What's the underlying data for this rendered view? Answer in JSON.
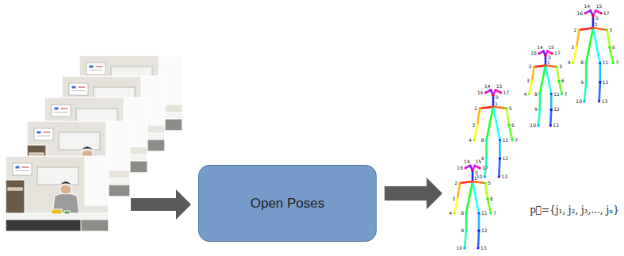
{
  "diagram": {
    "nodes": [
      {
        "text": [
          "Open Poses"
        ]
      }
    ],
    "labels": [
      "14",
      "15",
      "16",
      "17",
      "0",
      "1",
      "2",
      "5",
      "3",
      "6",
      "4",
      "7",
      "8",
      "11",
      "9",
      "12",
      "10",
      "13",
      "14",
      "15",
      "16",
      "17",
      "0",
      "1",
      "2",
      "5",
      "3",
      "6",
      "4",
      "7",
      "8",
      "11",
      "9",
      "12",
      "10",
      "13",
      "14",
      "15",
      "16",
      "17",
      "0",
      "1",
      "2",
      "5",
      "3",
      "6",
      "4",
      "7",
      "8",
      "11",
      "9",
      "12",
      "10",
      "13",
      "14",
      "15",
      "16",
      "17",
      "0",
      "1",
      "2",
      "5",
      "3",
      "6",
      "4",
      "7",
      "8",
      "11",
      "9",
      "12",
      "10",
      "13",
      "p⃗={j₁, j₂, j₃,..., jₙ}"
    ]
  }
}
